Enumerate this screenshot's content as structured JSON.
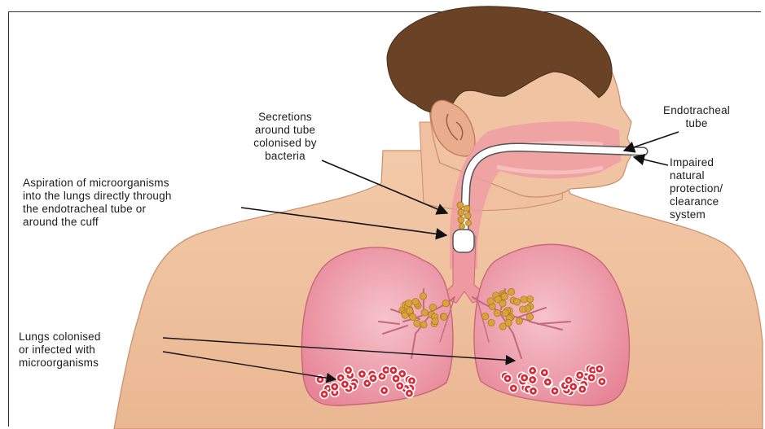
{
  "labels": {
    "secretions": [
      "Secretions",
      "around tube",
      "colonised by",
      "bacteria"
    ],
    "endotracheal": [
      "Endotracheal",
      "tube"
    ],
    "impaired": [
      "Impaired",
      "natural",
      "protection/",
      "clearance",
      "system"
    ],
    "aspiration": [
      "Aspiration of microorganisms",
      "into the lungs directly through",
      "the endotracheal tube or",
      "around the cuff"
    ],
    "lungs": [
      "Lungs colonised",
      "or infected with",
      "microorganisms"
    ]
  },
  "colors": {
    "skin": "#f0c4a2",
    "skin_shadow": "#dfa683",
    "hair": "#6b4326",
    "airway": "#ee9a9e",
    "lung": "#ea8fa0",
    "lung_light": "#f3b8c2",
    "bacteria": "#d9a23c",
    "infection": "#d92a35"
  }
}
